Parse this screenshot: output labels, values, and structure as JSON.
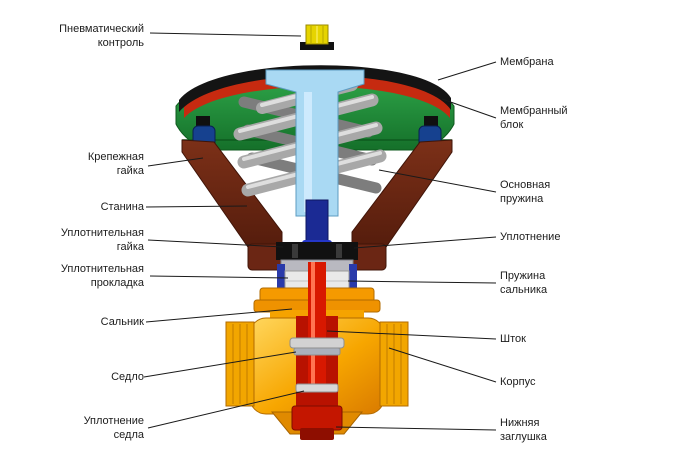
{
  "labels": {
    "left": [
      {
        "id": "pneumatic-control",
        "text": "Пневматический\nконтроль"
      },
      {
        "id": "mounting-nut",
        "text": "Крепежная\nгайка"
      },
      {
        "id": "frame",
        "text": "Станина"
      },
      {
        "id": "sealing-nut",
        "text": "Уплотнительная\nгайка"
      },
      {
        "id": "sealing-gasket",
        "text": "Уплотнительная\nпрокладка"
      },
      {
        "id": "stuffing-box",
        "text": "Сальник"
      },
      {
        "id": "seat",
        "text": "Седло"
      },
      {
        "id": "seat-seal",
        "text": "Уплотнение\nседла"
      }
    ],
    "right": [
      {
        "id": "membrane",
        "text": "Мембрана"
      },
      {
        "id": "membrane-block",
        "text": "Мембранный\nблок"
      },
      {
        "id": "main-spring",
        "text": "Основная\nпружина"
      },
      {
        "id": "seal",
        "text": "Уплотнение"
      },
      {
        "id": "gland-spring",
        "text": "Пружина\nсальника"
      },
      {
        "id": "stem",
        "text": "Шток"
      },
      {
        "id": "valve-body",
        "text": "Корпус"
      },
      {
        "id": "bottom-plug",
        "text": "Нижняя\nзаглушка"
      }
    ]
  },
  "colors": {
    "membrane": "#141414",
    "membrane_ring": "#c62a10",
    "cap": "#e6d400",
    "housing_green": "#1f8c33",
    "clamp": "#16418f",
    "column": "#a9d9f3",
    "stem_upper": "#1b2a94",
    "stem_nut": "#2436c8",
    "yoke": "#6b2614",
    "stem": "#d81800",
    "interior": "#b81200",
    "plug": "#c41600",
    "body_orange": "#f5a000",
    "spring_gray": "#a8a8a8",
    "leader_line": "#1a1a1a"
  }
}
